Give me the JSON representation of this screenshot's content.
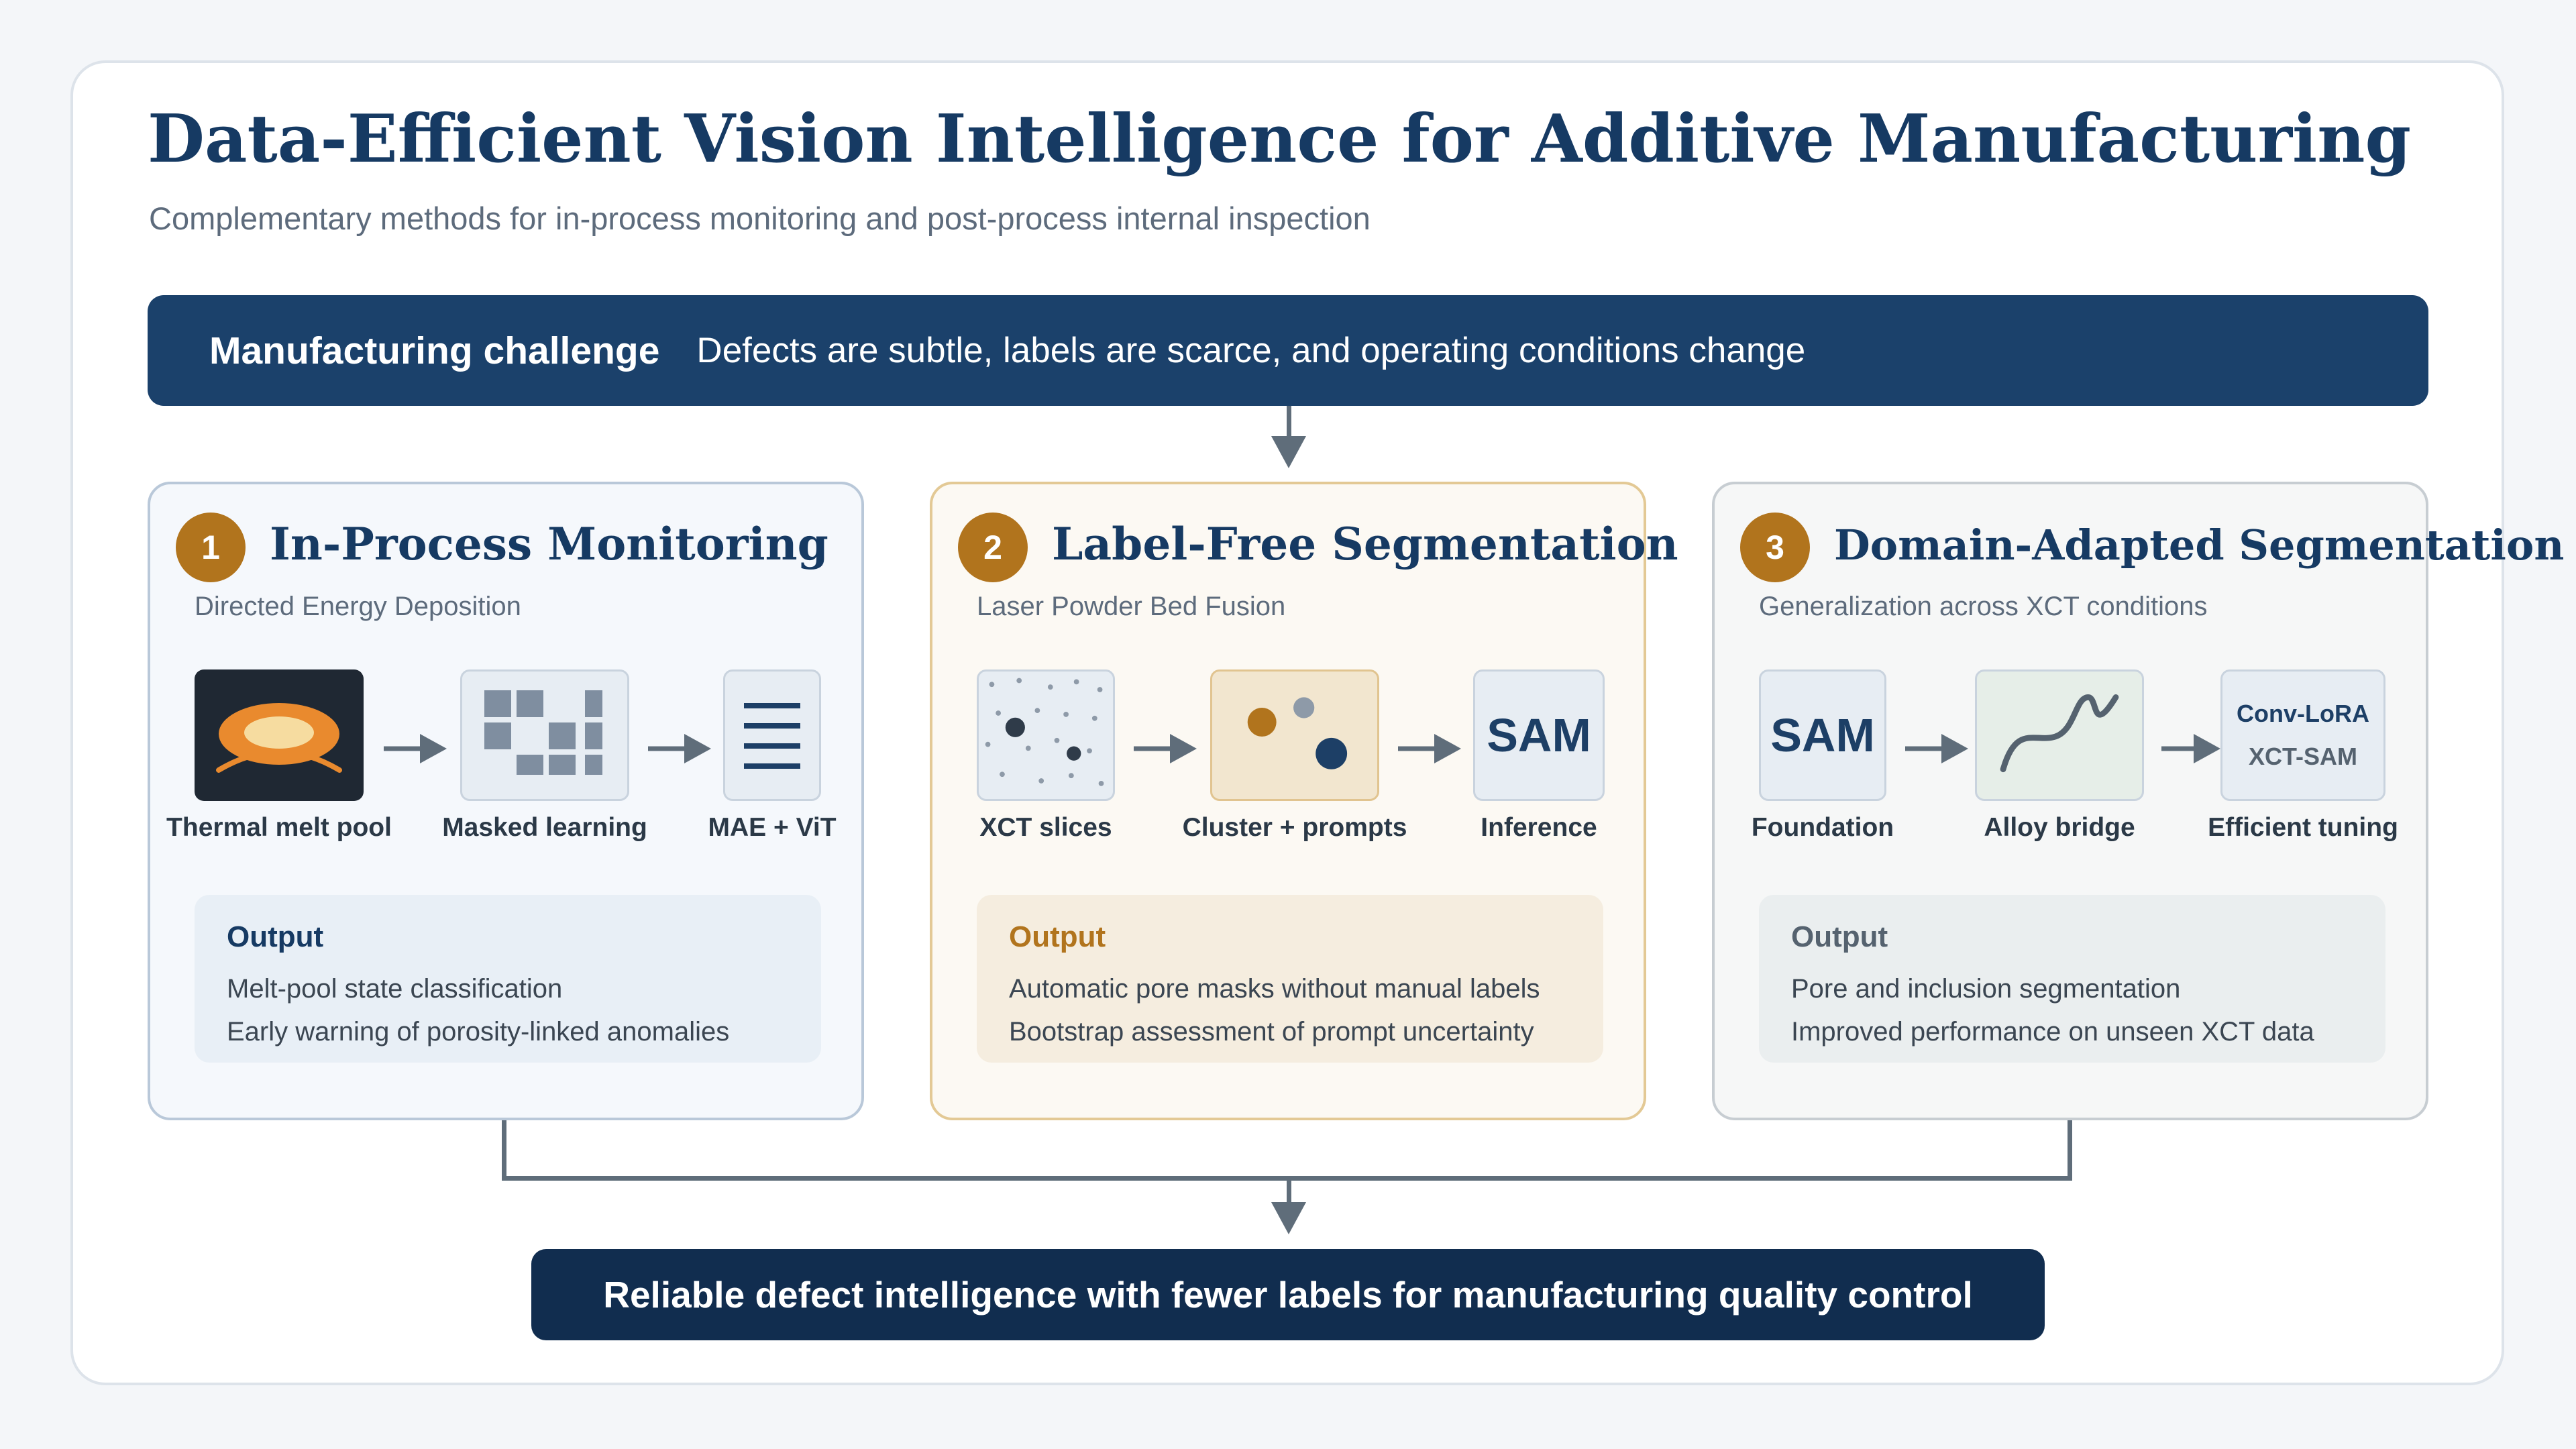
{
  "header": {
    "title": "Data-Efficient Vision Intelligence for Additive Manufacturing",
    "subtitle": "Complementary methods for in-process monitoring and post-process internal inspection"
  },
  "challenge": {
    "label": "Manufacturing challenge",
    "text": "Defects are subtle, labels are scarce, and operating conditions change"
  },
  "panels": [
    {
      "number": "1",
      "title": "In-Process Monitoring",
      "subtitle": "Directed Energy Deposition",
      "steps": [
        {
          "label": "Thermal melt pool",
          "icon": "melt-pool-icon"
        },
        {
          "label": "Masked learning",
          "icon": "masked-grid-icon"
        },
        {
          "label": "MAE + ViT",
          "icon": "lines-icon"
        }
      ],
      "output_title": "Output",
      "outputs": [
        "Melt-pool state classification",
        "Early warning of porosity-linked anomalies"
      ]
    },
    {
      "number": "2",
      "title": "Label-Free Segmentation",
      "subtitle": "Laser Powder Bed Fusion",
      "steps": [
        {
          "label": "XCT slices",
          "icon": "dotted-slice-icon"
        },
        {
          "label": "Cluster + prompts",
          "icon": "cluster-dots-icon"
        },
        {
          "label": "Inference",
          "icon": "sam-box",
          "box_text": "SAM"
        }
      ],
      "output_title": "Output",
      "outputs": [
        "Automatic pore masks without manual labels",
        "Bootstrap assessment of prompt uncertainty"
      ]
    },
    {
      "number": "3",
      "title": "Domain-Adapted Segmentation",
      "subtitle": "Generalization across XCT conditions",
      "steps": [
        {
          "label": "Foundation",
          "icon": "sam-box",
          "box_text": "SAM"
        },
        {
          "label": "Alloy bridge",
          "icon": "curve-icon"
        },
        {
          "label": "Efficient tuning",
          "icon": "text-box",
          "box_text": [
            "Conv-LoRA",
            "XCT-SAM"
          ]
        }
      ],
      "output_title": "Output",
      "outputs": [
        "Pore and inclusion segmentation",
        "Improved performance on unseen XCT data"
      ]
    }
  ],
  "final": {
    "text": "Reliable defect intelligence with fewer labels for manufacturing quality control"
  },
  "colors": {
    "navy": "#1b416b",
    "accent": "#b1741d",
    "connector": "#5f6d7a"
  }
}
